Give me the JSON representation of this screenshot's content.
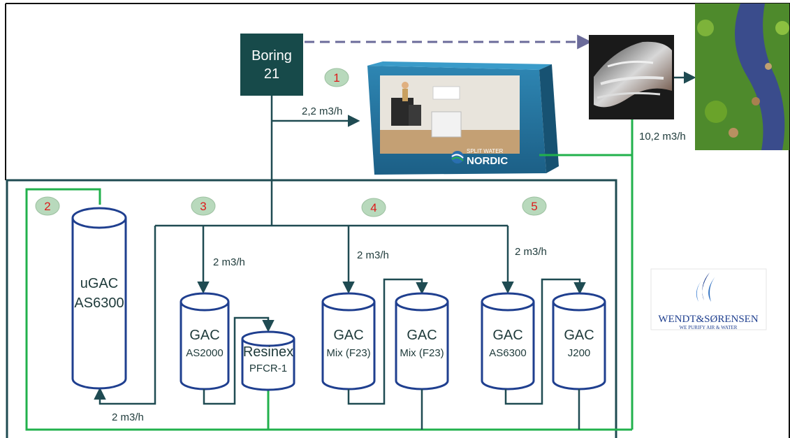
{
  "source": {
    "line1": "Boring",
    "line2": "21"
  },
  "container": {
    "brand_line1": "SPLIT WATER",
    "brand_line2": "NORDIC"
  },
  "stages": [
    {
      "number": "1"
    },
    {
      "number": "2"
    },
    {
      "number": "3"
    },
    {
      "number": "4"
    },
    {
      "number": "5"
    }
  ],
  "flows": {
    "to_container": "2,2 m3/h",
    "stage2": "2 m3/h",
    "stage3": "2 m3/h",
    "stage4": "2 m3/h",
    "stage5": "2 m3/h",
    "outlet": "10,2 m3/h"
  },
  "tanks": {
    "ugac": {
      "name": "uGAC",
      "media": "AS6300"
    },
    "s3_gac": {
      "name": "GAC",
      "media": "AS2000"
    },
    "s3_resinex": {
      "name": "Resinex",
      "media": "PFCR-1"
    },
    "s4_a": {
      "name": "GAC",
      "media": "Mix (F23)"
    },
    "s4_b": {
      "name": "GAC",
      "media": "Mix (F23)"
    },
    "s5_a": {
      "name": "GAC",
      "media": "AS6300"
    },
    "s5_b": {
      "name": "GAC",
      "media": "J200"
    }
  },
  "logo": {
    "name": "WENDT&SØRENSEN",
    "tagline": "WE PURIFY AIR & WATER"
  },
  "colors": {
    "dark_teal": "#174a4a",
    "pipe": "#1f4b52",
    "green_pipe": "#22b14c",
    "tank_outline": "#1f3f8f",
    "badge_fill": "#b8d9bc",
    "badge_text": "#dd1a1a"
  }
}
